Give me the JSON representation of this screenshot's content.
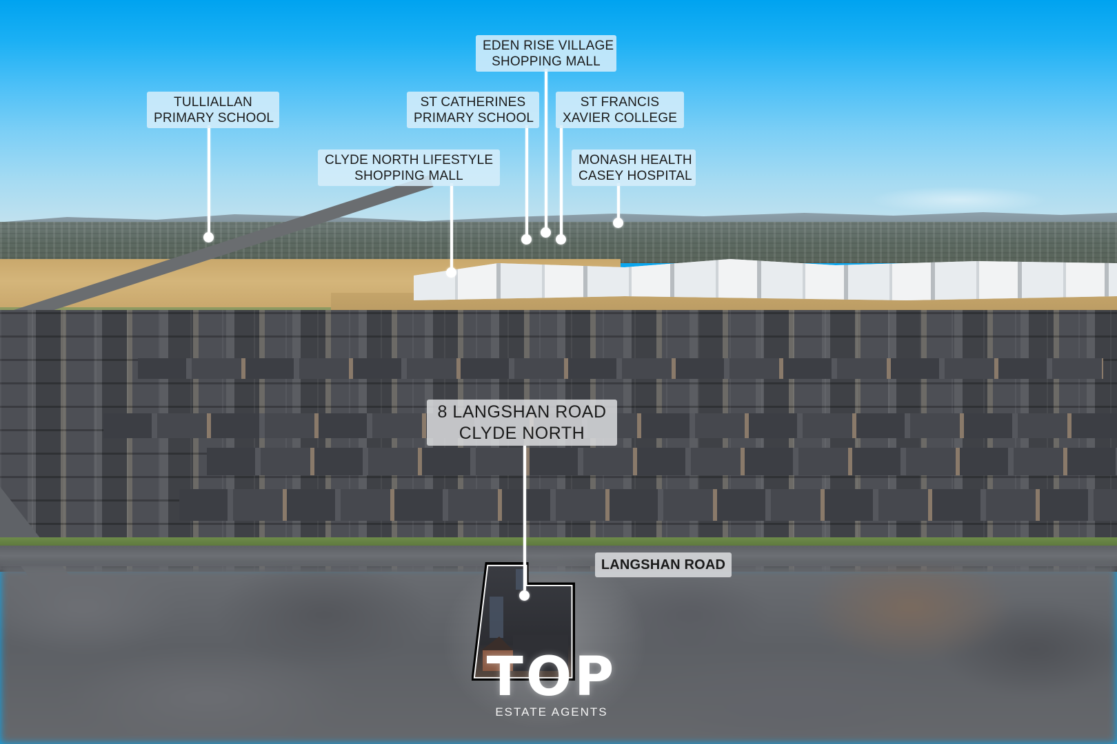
{
  "image": {
    "type": "aerial-property-map",
    "accent_colors": {
      "sky_top": "#00a3f0",
      "sky_horizon": "#c4e2ee",
      "label_bg_sky": "#d6eefa",
      "label_bg_ground": "#e1e2e4",
      "pin_line": "#ffffff",
      "label_text": "#1a1a1a"
    }
  },
  "landmarks": [
    {
      "id": "eden-rise",
      "line1": "EDEN RISE VILLAGE",
      "line2": "SHOPPING MALL"
    },
    {
      "id": "tulliallan",
      "line1": "TULLIALLAN",
      "line2": "PRIMARY SCHOOL"
    },
    {
      "id": "st-catherines",
      "line1": "ST CATHERINES",
      "line2": "PRIMARY SCHOOL"
    },
    {
      "id": "st-francis",
      "line1": "ST FRANCIS",
      "line2": "XAVIER COLLEGE"
    },
    {
      "id": "clyde-north-lifestyle",
      "line1": "CLYDE NORTH LIFESTYLE",
      "line2": "SHOPPING MALL"
    },
    {
      "id": "monash-health",
      "line1": "MONASH HEALTH",
      "line2": "CASEY HOSPITAL"
    }
  ],
  "property": {
    "line1": "8 LANGSHAN ROAD",
    "line2": "CLYDE NORTH"
  },
  "street": {
    "label": "LANGSHAN ROAD"
  },
  "brand": {
    "mark": "TOP",
    "tagline": "ESTATE AGENTS"
  }
}
